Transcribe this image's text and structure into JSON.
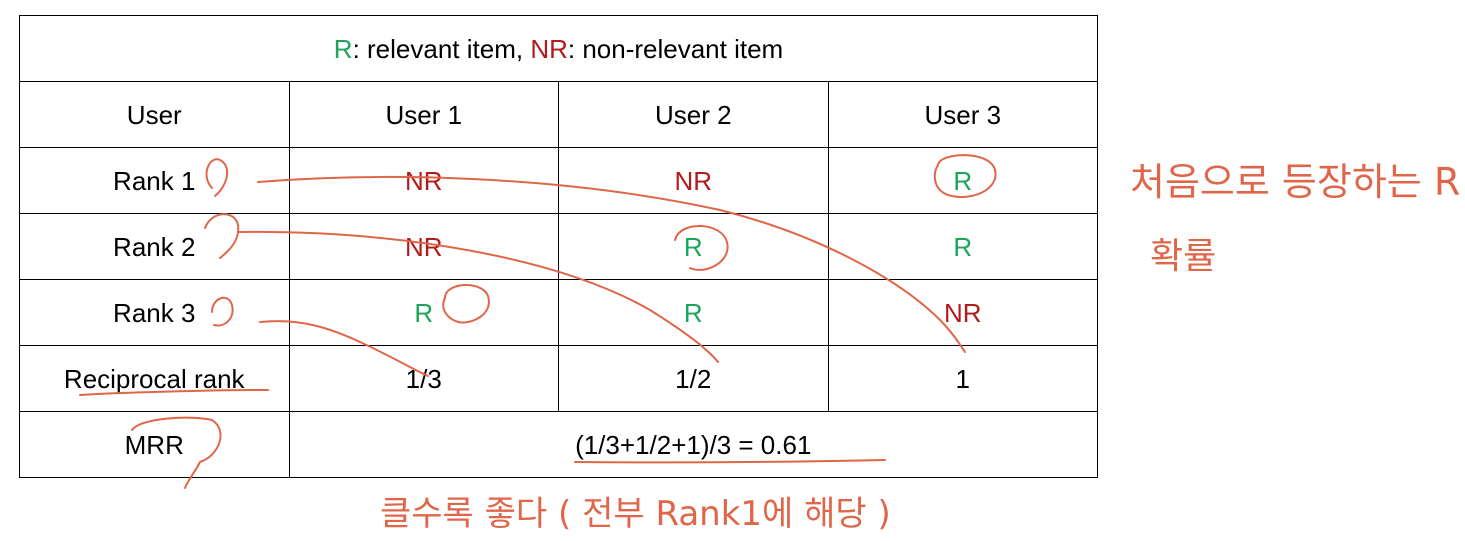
{
  "legend": {
    "r_label": "R",
    "r_text": ": relevant item, ",
    "nr_label": "NR",
    "nr_text": ": non-relevant item"
  },
  "header": {
    "user": "User",
    "users": [
      "User 1",
      "User 2",
      "User 3"
    ]
  },
  "ranks": [
    {
      "label": "Rank 1",
      "cells": [
        "NR",
        "NR",
        "R"
      ]
    },
    {
      "label": "Rank 2",
      "cells": [
        "NR",
        "R",
        "R"
      ]
    },
    {
      "label": "Rank 3",
      "cells": [
        "R",
        "R",
        "NR"
      ]
    }
  ],
  "reciprocal": {
    "label": "Reciprocal rank",
    "values": [
      "1/3",
      "1/2",
      "1"
    ]
  },
  "mrr": {
    "label": "MRR",
    "formula": "(1/3+1/2+1)/3 = 0.61"
  },
  "handwritten": {
    "note_right_line1": "처음으로 등장하는 R",
    "note_right_line2": "확률",
    "note_bottom": "클수록 좋다 ( 전부 Rank1에 해당 )"
  },
  "colors": {
    "relevant": "#1aa55a",
    "non_relevant": "#b31a1a",
    "annotation": "#e0664a"
  }
}
